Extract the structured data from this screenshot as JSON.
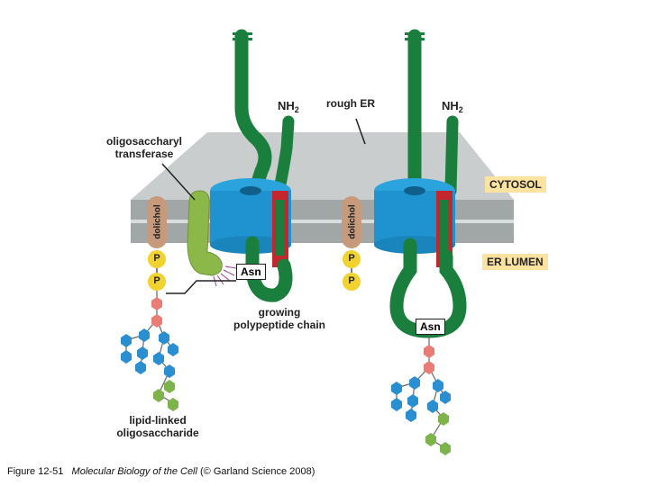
{
  "labels": {
    "nh2_left": "NH",
    "nh2_left_sub": "2",
    "nh2_right": "NH",
    "nh2_right_sub": "2",
    "rough_er": "rough ER",
    "ost_line1": "oligosaccharyl",
    "ost_line2": "transferase",
    "cytosol": "CYTOSOL",
    "er_lumen": "ER LUMEN",
    "dolichol_left": "dolichol",
    "dolichol_right": "dolichol",
    "phosphate": "P",
    "asn_left": "Asn",
    "asn_right": "Asn",
    "growing_line1": "growing",
    "growing_line2": "polypeptide chain",
    "lipid_line1": "lipid-linked",
    "lipid_line2": "oligosaccharide"
  },
  "caption": {
    "figure": "Figure 12-51",
    "book": "Molecular Biology of the Cell",
    "credit": "(© Garland Science 2008)"
  },
  "colors": {
    "membrane_top": "#c7cbcc",
    "membrane_band": "#9ea3a4",
    "translocon": "#1f9ad6",
    "polypeptide": "#1a7f3c",
    "transferase": "#8cb84a",
    "dolichol": "#c69a7b",
    "phosphate": "#f2d22e",
    "sugar_pink": "#ea7c76",
    "sugar_blue": "#2a8fd0",
    "sugar_green": "#7cb34a",
    "label_box": "#fde3a2"
  }
}
